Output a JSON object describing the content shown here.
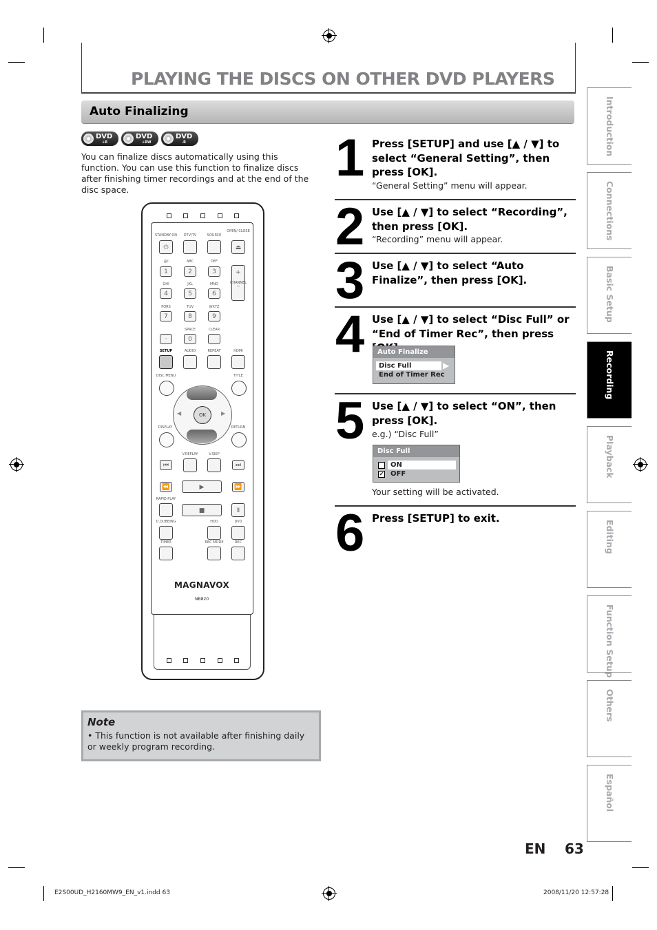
{
  "header": {
    "title": "PLAYING THE DISCS ON OTHER DVD PLAYERS"
  },
  "section": {
    "title": "Auto Finalizing"
  },
  "disc_logos": [
    {
      "label": "DVD",
      "sub": "+R"
    },
    {
      "label": "DVD",
      "sub": "+RW"
    },
    {
      "label": "DVD",
      "sub": "-R"
    }
  ],
  "intro": "You can finalize discs automatically using this function. You can use this function to finalize discs after finishing timer recordings and at the end of the disc space.",
  "remote": {
    "brand": "MAGNAVOX",
    "model": "NB820",
    "labels": {
      "standby": "STANDBY-ON",
      "dtv": "DTV/TV",
      "source": "SOURCE",
      "open": "OPEN/ CLOSE",
      "at": ".@/:",
      "abc": "ABC",
      "def": "DEF",
      "channel": "CHANNEL",
      "ghi": "GHI",
      "jkl": "JKL",
      "mno": "MNO",
      "pqrs": "PQRS",
      "tuv": "TUV",
      "wxyz": "WXYZ",
      "space": "SPACE",
      "clear": "CLEAR",
      "setup": "SETUP",
      "audio": "AUDIO",
      "repeat": "REPEAT",
      "hdmi": "HDMI",
      "discmenu": "DISC MENU",
      "title": "TITLE",
      "display": "DISPLAY",
      "return": "RETURN",
      "vreplay": "V.REPLAY",
      "vskip": "V.SKIP",
      "rapid": "RAPID PLAY",
      "dubbing": "D.DUBBING",
      "hdd": "HDD",
      "dvd": "DVD",
      "timer": "TIMER",
      "recmode": "REC MODE",
      "rec": "REC",
      "ok": "OK"
    },
    "digits": [
      "1",
      "2",
      "3",
      "4",
      "5",
      "6",
      "7",
      "8",
      "9",
      "·",
      "0"
    ]
  },
  "note": {
    "title": "Note",
    "text": "• This function is not available after finishing daily or weekly program recording."
  },
  "steps": [
    {
      "num": "1",
      "title": "Press [SETUP] and use [▲ / ▼] to select “General Setting”, then press [OK].",
      "desc": "“General Setting” menu will appear."
    },
    {
      "num": "2",
      "title": "Use [▲ / ▼] to select “Recording”, then press [OK].",
      "desc": "“Recording” menu will appear."
    },
    {
      "num": "3",
      "title": "Use [▲ / ▼] to select “Auto Finalize”, then press [OK].",
      "desc": ""
    },
    {
      "num": "4",
      "title": "Use [▲ / ▼] to select “Disc Full” or “End of Timer Rec”, then press [OK].",
      "desc": ""
    },
    {
      "num": "5",
      "title": "Use [▲ / ▼] to select “ON”, then press [OK].",
      "desc": "e.g.) “Disc Full”",
      "after": "Your setting will be activated."
    },
    {
      "num": "6",
      "title": "Press [SETUP] to exit.",
      "desc": ""
    }
  ],
  "menu_auto_finalize": {
    "header": "Auto Finalize",
    "items": [
      "Disc Full",
      "End of Timer Rec"
    ]
  },
  "menu_disc_full": {
    "header": "Disc Full",
    "items": [
      "ON",
      "OFF"
    ]
  },
  "tabs": [
    "Introduction",
    "Connections",
    "Basic Setup",
    "Recording",
    "Playback",
    "Editing",
    "Function Setup",
    "Others",
    "Español"
  ],
  "active_tab": "Recording",
  "footer": {
    "lang": "EN",
    "page": "63",
    "file": "E2S00UD_H2160MW9_EN_v1.indd   63",
    "date": "2008/11/20   12:57:28"
  }
}
